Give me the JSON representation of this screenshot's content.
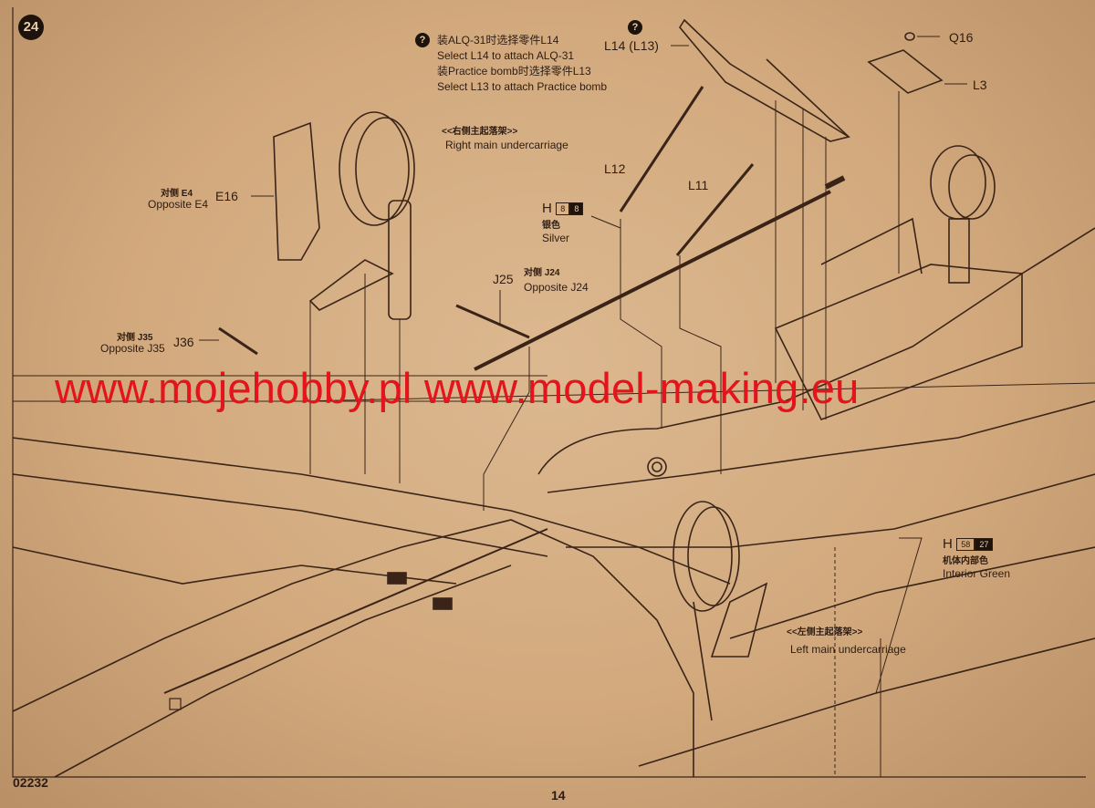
{
  "step": {
    "number": "24"
  },
  "note": {
    "icon": "?",
    "lines": [
      "装ALQ-31时选择零件L14",
      "Select L14 to attach ALQ-31",
      "装Practice bomb时选择零件L13",
      "Select L13 to attach Practice bomb"
    ]
  },
  "note2": {
    "icon": "?"
  },
  "right_gear": {
    "cn": "<<右侧主起落架>>",
    "en": "Right main undercarriage"
  },
  "left_gear": {
    "cn": "<<左侧主起落架>>",
    "en": "Left main undercarriage"
  },
  "parts": {
    "l14": "L14  (L13)",
    "q16": "Q16",
    "l3": "L3",
    "l12": "L12",
    "l11": "L11",
    "e16": "E16",
    "j25": "J25",
    "j36": "J36"
  },
  "opposites": {
    "e4_cn": "对侧 E4",
    "e4_en": "Opposite E4",
    "j24_cn": "对侧 J24",
    "j24_en": "Opposite J24",
    "j35_cn": "对侧 J35",
    "j35_en": "Opposite J35"
  },
  "paint_silver": {
    "prefix": "H",
    "codes": [
      "8",
      "8"
    ],
    "cn": "银色",
    "en": "Silver"
  },
  "paint_green": {
    "prefix": "H",
    "codes": [
      "58",
      "27"
    ],
    "cn": "机体内部色",
    "en": "Interior Green"
  },
  "watermark": "www.mojehobby.pl www.model-making.eu",
  "footer": {
    "code": "02232",
    "page": "14"
  }
}
